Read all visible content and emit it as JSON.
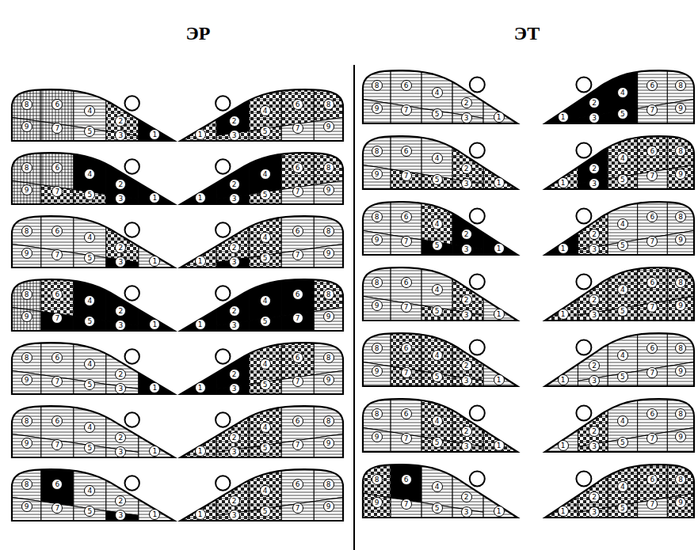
{
  "diagram": {
    "labels": [
      "ЭР",
      "ЭТ",
      "1",
      "2",
      "3",
      "4",
      "5",
      "6",
      "7",
      "8",
      "9",
      "1",
      "2",
      "3",
      "4",
      "5",
      "6",
      "7",
      "8",
      "9",
      "1",
      "2",
      "3",
      "4",
      "5",
      "6",
      "7",
      "8",
      "9",
      "1",
      "2",
      "3",
      "4",
      "5",
      "6",
      "7",
      "8",
      "9",
      "1",
      "2",
      "3",
      "4",
      "5",
      "6",
      "7",
      "8",
      "9",
      "1",
      "2",
      "3",
      "4",
      "5",
      "6",
      "7",
      "8",
      "9",
      "1",
      "2",
      "3",
      "4",
      "5",
      "6",
      "7",
      "8",
      "9",
      "1",
      "2",
      "3",
      "4",
      "5",
      "6",
      "7",
      "8",
      "9",
      "1",
      "2",
      "3",
      "4",
      "5",
      "6",
      "7",
      "8",
      "9",
      "1",
      "2",
      "3",
      "4",
      "5",
      "6",
      "7",
      "8",
      "9",
      "1",
      "2",
      "3",
      "4",
      "5",
      "6",
      "7",
      "8",
      "9",
      "1",
      "2",
      "3",
      "4",
      "5",
      "6",
      "7",
      "8",
      "9",
      "1",
      "2",
      "3",
      "4",
      "5",
      "6",
      "7",
      "8",
      "9",
      "1",
      "2",
      "3",
      "4",
      "5",
      "6",
      "7",
      "8",
      "9",
      "1",
      "2",
      "3",
      "4",
      "5",
      "6",
      "7",
      "8",
      "9",
      "1",
      "2",
      "3",
      "4",
      "5",
      "6",
      "7",
      "8",
      "9",
      "1",
      "2",
      "3",
      "4",
      "5",
      "6",
      "7",
      "8",
      "9",
      "1",
      "2",
      "3",
      "4",
      "5",
      "6",
      "7",
      "8",
      "9",
      "1",
      "2",
      "3",
      "4",
      "5",
      "6",
      "7",
      "8",
      "9",
      "1",
      "2",
      "3",
      "4",
      "5",
      "6",
      "7",
      "8",
      "9",
      "1",
      "2",
      "3",
      "4",
      "5",
      "6",
      "7",
      "8",
      "9",
      "1",
      "2",
      "3",
      "4",
      "5",
      "6",
      "7",
      "8",
      "9",
      "1",
      "2",
      "3",
      "4",
      "5",
      "6",
      "7",
      "8",
      "9",
      "1",
      "2",
      "3",
      "4",
      "5",
      "6",
      "7",
      "8",
      "9",
      "1",
      "2",
      "3",
      "4",
      "5",
      "6",
      "7",
      "8",
      "9",
      "1",
      "2",
      "3",
      "4",
      "5",
      "6",
      "7",
      "8",
      "9",
      "1",
      "2",
      "3",
      "4",
      "5",
      "6",
      "7",
      "8",
      "9",
      "1",
      "2",
      "3",
      "4",
      "5",
      "6",
      "7",
      "8",
      "9"
    ]
  }
}
